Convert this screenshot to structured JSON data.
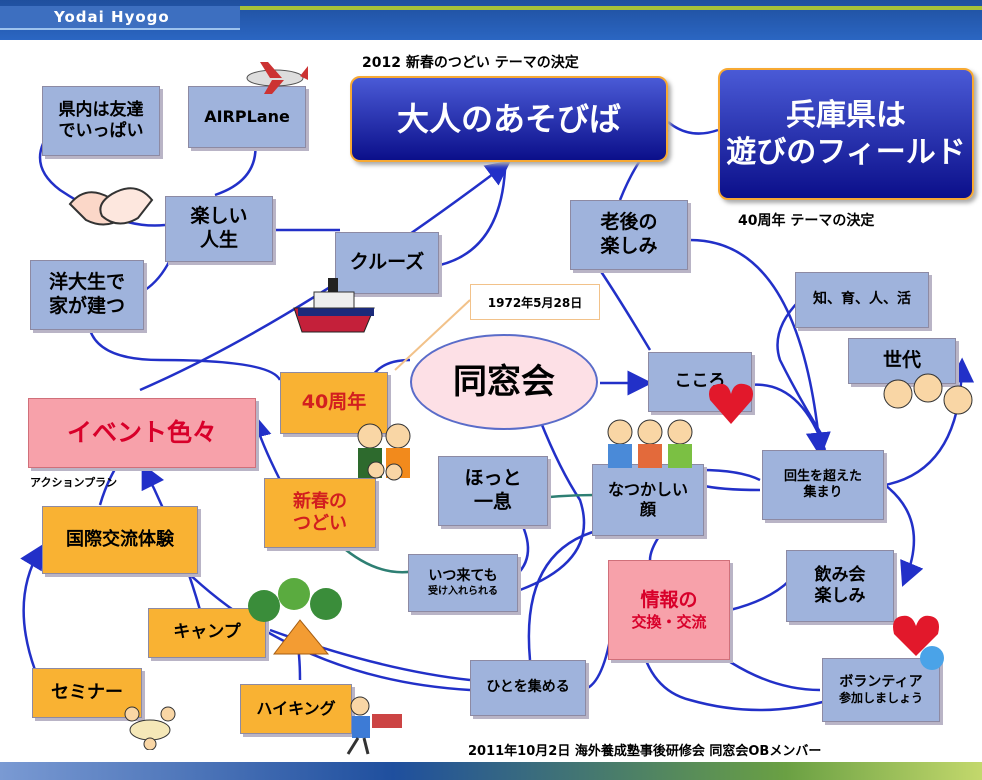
{
  "header": {
    "title": "Yodai   Hyogo"
  },
  "top_caption": "2012  新春のつどい  テーマの決定",
  "theme_main": "大人のあそびば",
  "theme_40": "兵庫県は\n遊びのフィールド",
  "caption_40": "40周年  テーマの決定",
  "date_label": "1972年5月28日",
  "center": "同窓会",
  "event": "イベント色々",
  "action_plan": "アクションプラン",
  "nodes": {
    "kennai": "県内は友達\nでいっぱい",
    "airplane": "AIRPLane",
    "tanoshii": "楽しい\n人生",
    "cruise": "クルーズ",
    "youdai": "洋大生で\n家が建つ",
    "rougo": "老後の\n楽しみ",
    "chiiku": "知、育、人、活",
    "sedai": "世代",
    "kokoro": "こころ",
    "anniv": "40周年",
    "shinshun": "新春の\nつどい",
    "hotto": "ほっと\n一息",
    "natsukashii": "なつかしい\n顔",
    "kaisei": "回生を超えた\n集まり",
    "kokusai": "国際交流体験",
    "itsu_main": "いつ来ても",
    "itsu_sub": "受け入れられる",
    "camp": "キャンプ",
    "joho_main": "情報の",
    "joho_sub": "交換・交流",
    "nomikai": "飲み会\n楽しみ",
    "seminar": "セミナー",
    "hiking": "ハイキング",
    "hito": "ひとを集める",
    "volunteer_main": "ボランティア",
    "volunteer_sub": "参加しましょう"
  },
  "footer_caption": "2011年10月2日  海外養成塾事後研修会  同窓会OBメンバー",
  "colors": {
    "header": "#1f4f9e",
    "node_blue": "#9fb3dc",
    "node_orange": "#f9b233",
    "node_pink": "#f7a1aa",
    "line": "#2230c8",
    "line_green": "#2e7f73"
  }
}
